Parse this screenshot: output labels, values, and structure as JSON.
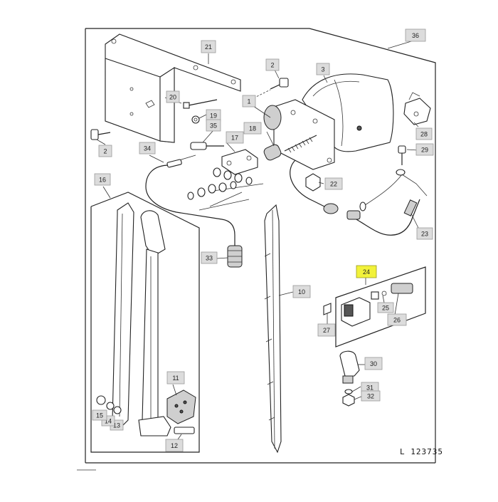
{
  "diagram_code": "L 123735",
  "highlight_color": "#f2f23a",
  "callouts": [
    {
      "id": "c1",
      "label": "1"
    },
    {
      "id": "c2a",
      "label": "2"
    },
    {
      "id": "c2b",
      "label": "2"
    },
    {
      "id": "c3",
      "label": "3"
    },
    {
      "id": "c10",
      "label": "10"
    },
    {
      "id": "c11",
      "label": "11"
    },
    {
      "id": "c12",
      "label": "12"
    },
    {
      "id": "c13",
      "label": "13"
    },
    {
      "id": "c14",
      "label": "14"
    },
    {
      "id": "c15",
      "label": "15"
    },
    {
      "id": "c16",
      "label": "16"
    },
    {
      "id": "c17",
      "label": "17"
    },
    {
      "id": "c18",
      "label": "18"
    },
    {
      "id": "c19",
      "label": "19"
    },
    {
      "id": "c20",
      "label": "20"
    },
    {
      "id": "c21",
      "label": "21"
    },
    {
      "id": "c22",
      "label": "22"
    },
    {
      "id": "c23",
      "label": "23"
    },
    {
      "id": "c24",
      "label": "24",
      "highlighted": true
    },
    {
      "id": "c25",
      "label": "25"
    },
    {
      "id": "c26",
      "label": "26"
    },
    {
      "id": "c27",
      "label": "27"
    },
    {
      "id": "c28",
      "label": "28"
    },
    {
      "id": "c29",
      "label": "29"
    },
    {
      "id": "c30",
      "label": "30"
    },
    {
      "id": "c31",
      "label": "31"
    },
    {
      "id": "c32",
      "label": "32"
    },
    {
      "id": "c33",
      "label": "33"
    },
    {
      "id": "c34",
      "label": "34"
    },
    {
      "id": "c35",
      "label": "35"
    },
    {
      "id": "c36",
      "label": "36"
    }
  ]
}
